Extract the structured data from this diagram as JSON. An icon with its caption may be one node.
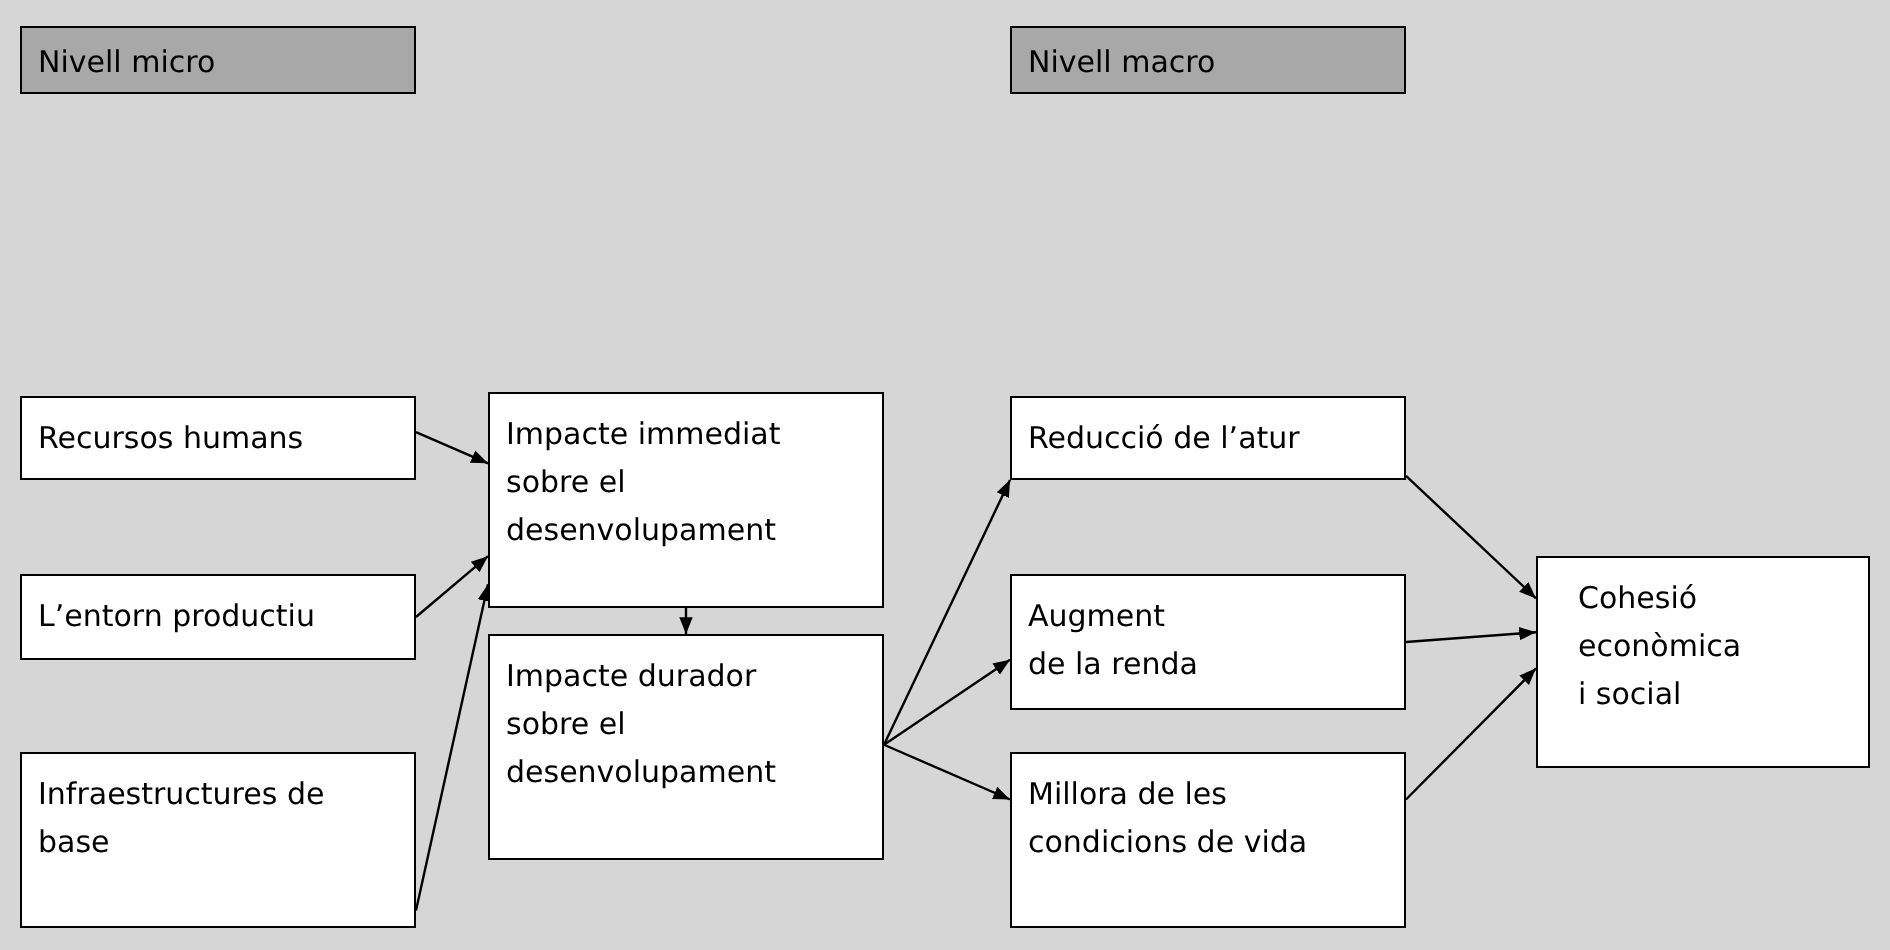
{
  "diagram": {
    "nodes": [
      {
        "text": [
          "Nivell micro"
        ]
      },
      {
        "text": [
          "Nivell macro"
        ]
      },
      {
        "text": [
          "Recursos humans"
        ]
      },
      {
        "text": [
          "L’entorn productiu"
        ]
      },
      {
        "text": [
          "Infraestructures de base"
        ]
      },
      {
        "text": [
          "Impacte immediat sobre el desenvolupament"
        ]
      },
      {
        "text": [
          "Impacte durador sobre el desenvolupament"
        ]
      },
      {
        "text": [
          "Reducció de l’atur"
        ]
      },
      {
        "text": [
          "Augment de la renda"
        ]
      },
      {
        "text": [
          "Millora de les condicions de vida"
        ]
      },
      {
        "text": [
          "Cohesió econòmica i social"
        ]
      }
    ],
    "edges": [
      {
        "from": 2,
        "to": 5,
        "arrow": "to"
      },
      {
        "from": 3,
        "to": 5,
        "arrow": "to"
      },
      {
        "from": 4,
        "to": 5,
        "arrow": "to"
      },
      {
        "from": 5,
        "to": 6,
        "arrow": "to"
      },
      {
        "from": 6,
        "to": 7,
        "arrow": "to"
      },
      {
        "from": 6,
        "to": 8,
        "arrow": "to"
      },
      {
        "from": 6,
        "to": 9,
        "arrow": "to"
      },
      {
        "from": 7,
        "to": 10,
        "arrow": "to"
      },
      {
        "from": 8,
        "to": 10,
        "arrow": "to"
      },
      {
        "from": 9,
        "to": 10,
        "arrow": "to"
      }
    ]
  }
}
